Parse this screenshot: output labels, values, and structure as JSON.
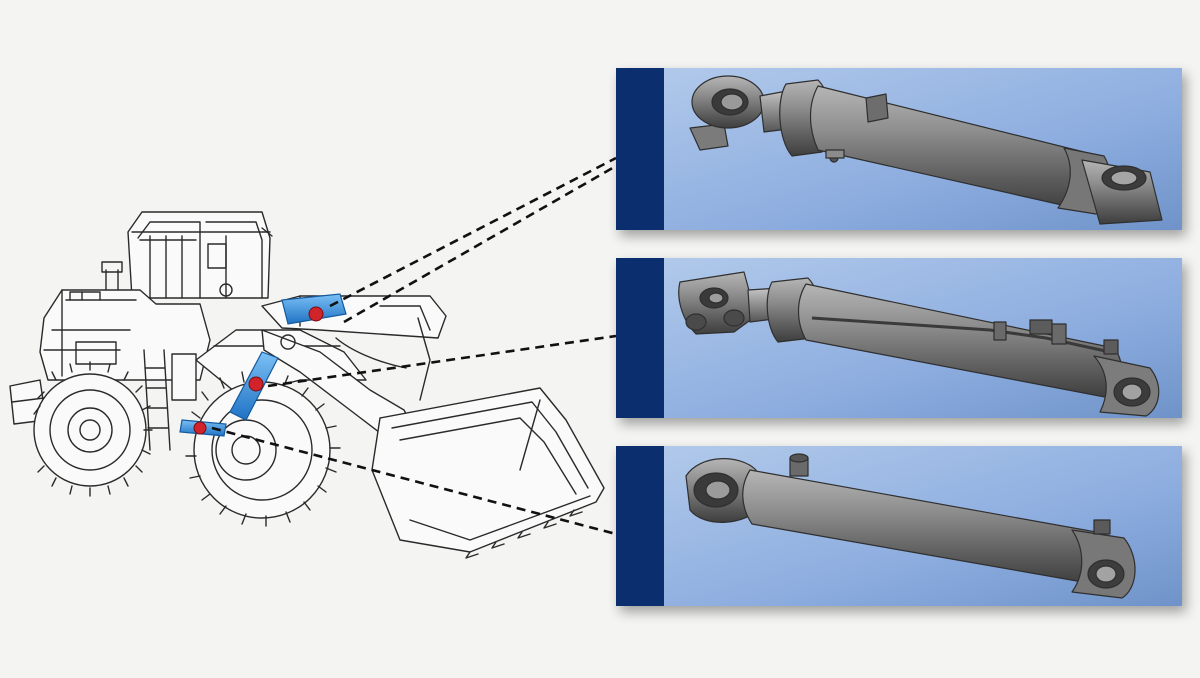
{
  "colors": {
    "background": "#f4f5f3",
    "panel_accent": "#0a2e6e",
    "panel_gradient_start": "#a9c3e6",
    "panel_gradient_end": "#6f93c9",
    "cylinder_body": "#8a8a8a",
    "cylinder_dark": "#4e4e4e",
    "highlight_blue": "#2f8fe0",
    "marker_red": "#d0232a",
    "line_art": "#2a2a2a"
  },
  "illustration": {
    "subject": "wheel-loader",
    "highlighted_cylinders": [
      "boom-lift-cylinder",
      "tilt-cylinder",
      "steering-cylinder"
    ]
  },
  "callouts": [
    {
      "id": "boom-lift-cylinder-callout",
      "panel": "cylinder-panel-1"
    },
    {
      "id": "tilt-cylinder-callout",
      "panel": "cylinder-panel-2"
    },
    {
      "id": "steering-cylinder-callout",
      "panel": "cylinder-panel-3"
    }
  ],
  "panels": [
    {
      "id": "cylinder-panel-1",
      "variant": "clevis-eye-with-mount-bracket"
    },
    {
      "id": "cylinder-panel-2",
      "variant": "fork-clevis-with-external-pipe"
    },
    {
      "id": "cylinder-panel-3",
      "variant": "eye-mount-with-port"
    }
  ]
}
